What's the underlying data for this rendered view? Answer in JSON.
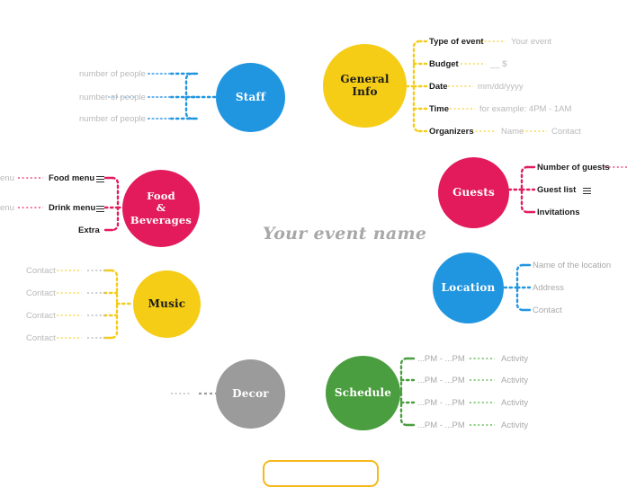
{
  "center": {
    "title": "Your event name"
  },
  "palette": {
    "blue": "#2196e0",
    "yellow": "#f5cc16",
    "crimson": "#e31b5d",
    "green": "#4a9e3f",
    "gray": "#9b9b9b",
    "dim_text": "#b9b9b9",
    "bold_text": "#1b1b1b",
    "title_text": "#a8a8a8",
    "bottom_outline": "#f5b91c"
  },
  "nodes": {
    "staff": {
      "label": "Staff",
      "color": "#2196e0",
      "text_color": "#ffffff"
    },
    "general_info": {
      "label_line1": "General",
      "label_line2": "Info",
      "color": "#f5cc16",
      "text_color": "#1b1b1b"
    },
    "food": {
      "label_line1": "Food",
      "label_line2": "&",
      "label_line3": "Beverages",
      "color": "#e31b5d",
      "text_color": "#ffffff"
    },
    "guests": {
      "label": "Guests",
      "color": "#e31b5d",
      "text_color": "#ffffff"
    },
    "music": {
      "label": "Music",
      "color": "#f5cc16",
      "text_color": "#1b1b1b"
    },
    "location": {
      "label": "Location",
      "color": "#2196e0",
      "text_color": "#ffffff"
    },
    "decor": {
      "label": "Decor",
      "color": "#9b9b9b",
      "text_color": "#ffffff"
    },
    "schedule": {
      "label": "Schedule",
      "color": "#4a9e3f",
      "text_color": "#ffffff"
    }
  },
  "branches": {
    "staff": {
      "rows": [
        {
          "label": "number of people"
        },
        {
          "label": "number of people"
        },
        {
          "label": "number of people"
        }
      ]
    },
    "general_info": {
      "rows": [
        {
          "label": "Type of event",
          "value": "Your event"
        },
        {
          "label": "Budget",
          "value": "__ $"
        },
        {
          "label": "Date",
          "value": "mm/dd/yyyy"
        },
        {
          "label": "Time",
          "value": "for example: 4PM - 1AM"
        },
        {
          "label": "Organizers",
          "value": "Name",
          "value2": "Contact"
        }
      ]
    },
    "food": {
      "rows": [
        {
          "clipped": "enu",
          "label": "Food menu",
          "icon": "list-icon"
        },
        {
          "clipped": "enu",
          "label": "Drink menu",
          "icon": "list-icon"
        },
        {
          "label": "Extra"
        }
      ]
    },
    "guests": {
      "rows": [
        {
          "label": "Number of guests"
        },
        {
          "label": "Guest list",
          "icon": "list-icon"
        },
        {
          "label": "Invitations"
        }
      ]
    },
    "music": {
      "rows": [
        {
          "label": "Contact"
        },
        {
          "label": "Contact"
        },
        {
          "label": "Contact"
        },
        {
          "label": "Contact"
        }
      ]
    },
    "location": {
      "rows": [
        {
          "label": "Name of the location"
        },
        {
          "label": "Address"
        },
        {
          "label": "Contact"
        }
      ]
    },
    "decor": {
      "rows": []
    },
    "schedule": {
      "rows": [
        {
          "label": "...PM - ...PM",
          "value": "Activity"
        },
        {
          "label": "...PM - ...PM",
          "value": "Activity"
        },
        {
          "label": "...PM - ...PM",
          "value": "Activity"
        },
        {
          "label": "...PM - ...PM",
          "value": "Activity"
        }
      ]
    }
  }
}
